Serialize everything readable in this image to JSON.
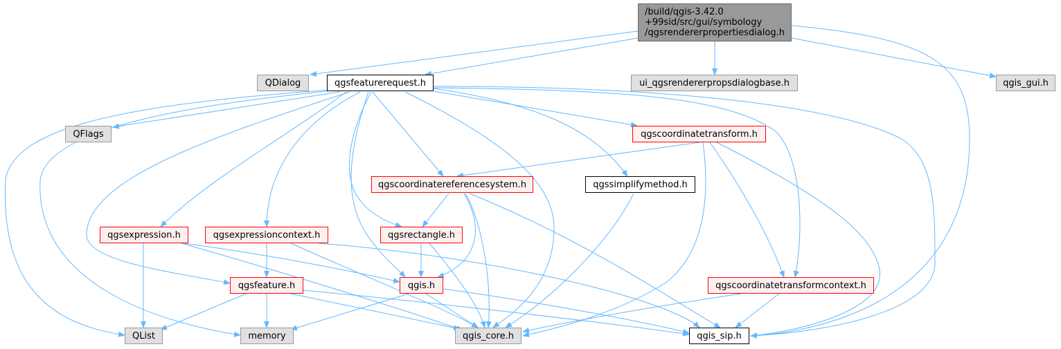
{
  "graph": {
    "colors": {
      "edge": "#63b8ff",
      "root_fill": "#999999",
      "gray_fill": "#e0e0e0",
      "red_border": "#ff0000",
      "red_fill": "#fff0f0"
    },
    "root": {
      "lines": [
        "/build/qgis-3.42.0",
        "+99sid/src/gui/symbology",
        "/qgsrendererpropertiesdialog.h"
      ]
    },
    "nodes": {
      "qdialog": "QDialog",
      "qgsfeaturerequest": "qgsfeaturerequest.h",
      "ui_base": "ui_qgsrendererpropsdialogbase.h",
      "qgis_gui": "qgis_gui.h",
      "qflags": "QFlags",
      "qgscoordinatetransform": "qgscoordinatetransform.h",
      "qgscrs": "qgscoordinatereferencesystem.h",
      "qgssimplifymethod": "qgssimplifymethod.h",
      "qgsexpression": "qgsexpression.h",
      "qgsexpressioncontext": "qgsexpressioncontext.h",
      "qgsrectangle": "qgsrectangle.h",
      "qgsfeature": "qgsfeature.h",
      "qgis": "qgis.h",
      "qgsctcontext": "qgscoordinatetransformcontext.h",
      "qlist": "QList",
      "memory": "memory",
      "qgis_core": "qgis_core.h",
      "qgis_sip": "qgis_sip.h"
    }
  }
}
